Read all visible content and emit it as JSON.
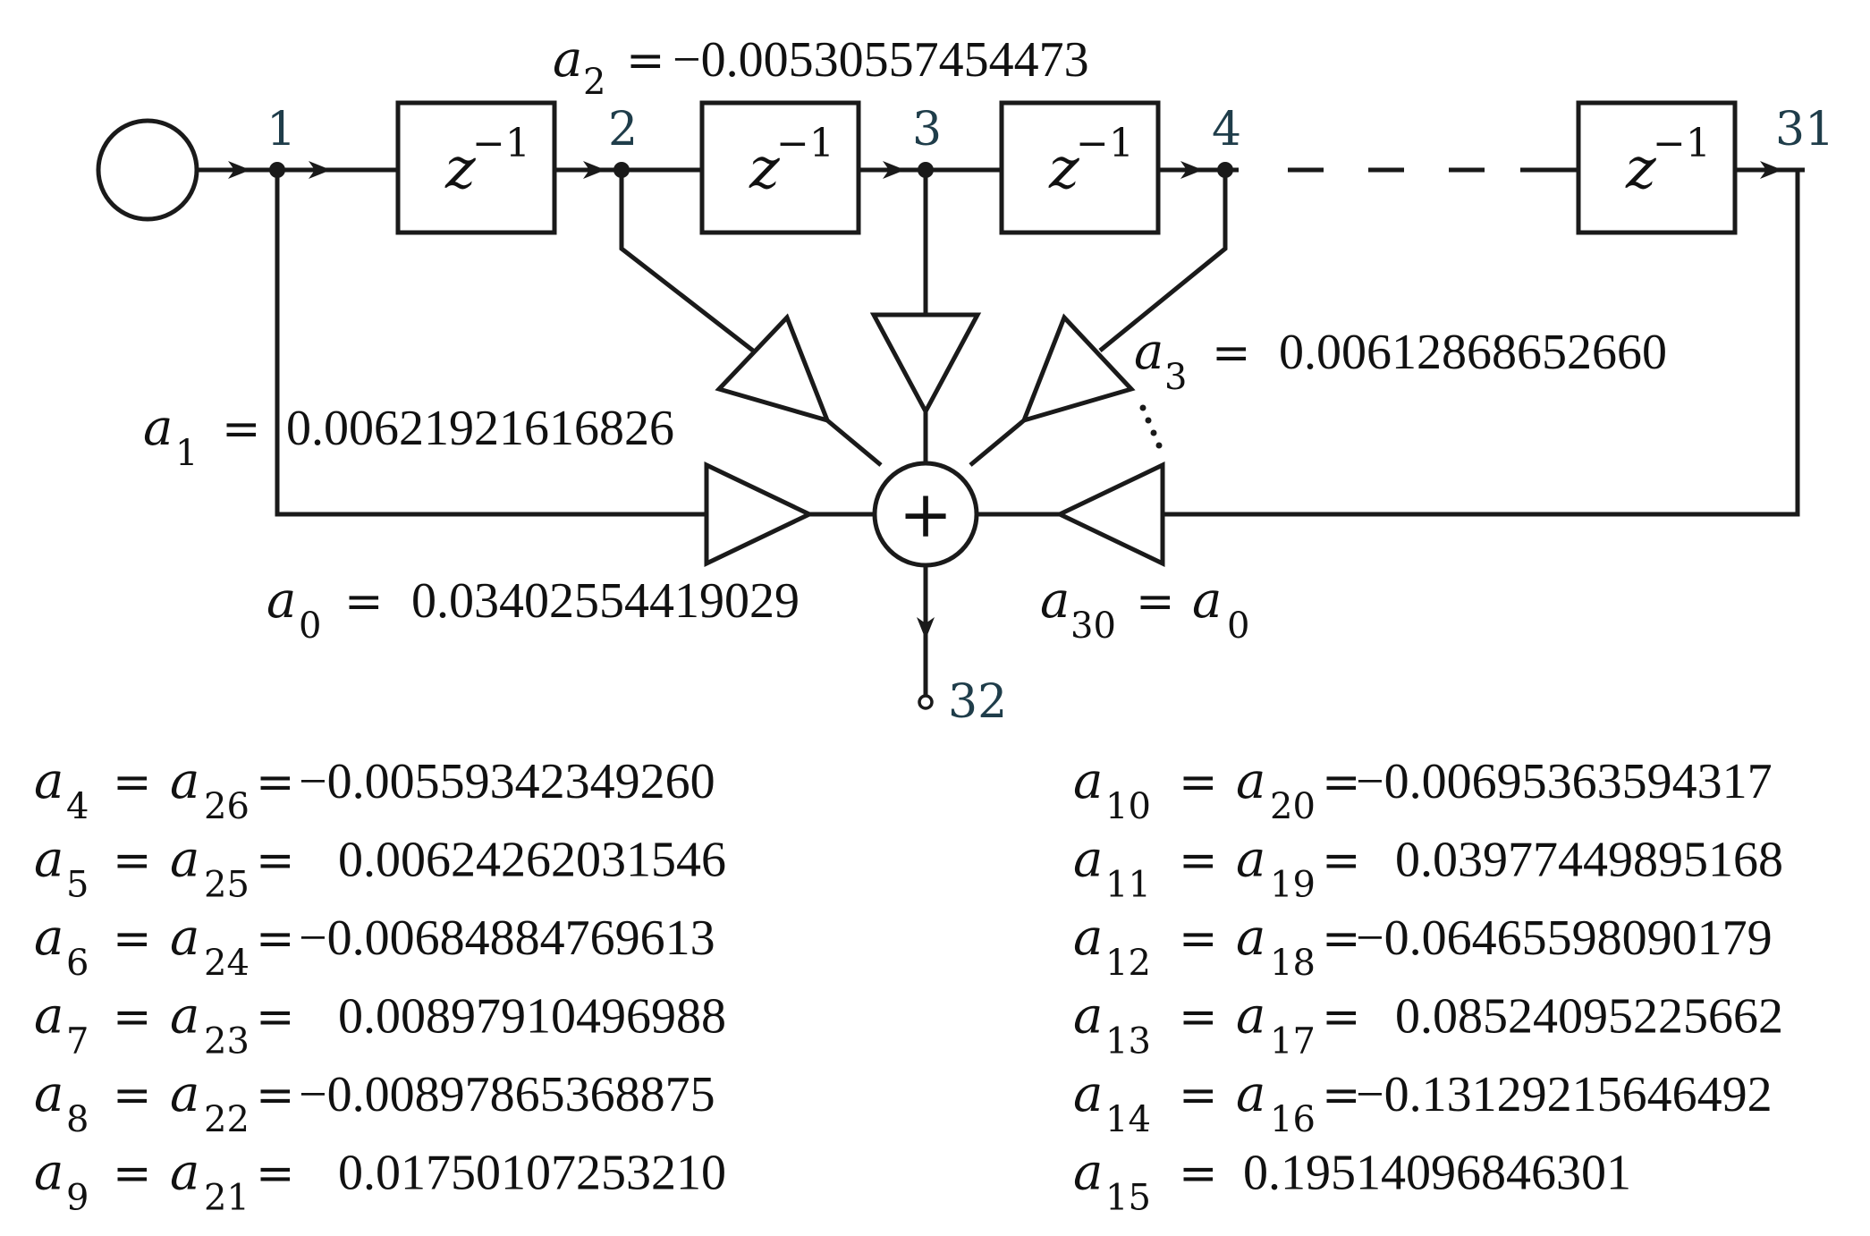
{
  "delay_label": {
    "base": "z",
    "exp": "−1"
  },
  "nodes": {
    "n1": "1",
    "n2": "2",
    "n3": "3",
    "n4": "4",
    "n31": "31",
    "n32": "32"
  },
  "sum_symbol": "+",
  "coefficients_in_diagram": {
    "a2": {
      "name": "a",
      "sub": "2",
      "eq": "=",
      "value": "−0.00530557454473"
    },
    "a3": {
      "name": "a",
      "sub": "3",
      "eq": "=",
      "value": "0.00612868652660"
    },
    "a1": {
      "name": "a",
      "sub": "1",
      "eq": "=",
      "value": "0.00621921616826"
    },
    "a0": {
      "name": "a",
      "sub": "0",
      "eq": "=",
      "value": "0.03402554419029"
    },
    "a30": {
      "name": "a",
      "sub": "30",
      "eq": "=",
      "rhs_name": "a",
      "rhs_sub": "0"
    }
  },
  "coefficient_table": {
    "left": [
      {
        "name": "a",
        "sub": "4",
        "eq": "=",
        "pair_name": "a",
        "pair_sub": "26",
        "eq2": "=",
        "value": "−0.00559342349260"
      },
      {
        "name": "a",
        "sub": "5",
        "eq": "=",
        "pair_name": "a",
        "pair_sub": "25",
        "eq2": "=",
        "value": "0.00624262031546"
      },
      {
        "name": "a",
        "sub": "6",
        "eq": "=",
        "pair_name": "a",
        "pair_sub": "24",
        "eq2": "=",
        "value": "−0.00684884769613"
      },
      {
        "name": "a",
        "sub": "7",
        "eq": "=",
        "pair_name": "a",
        "pair_sub": "23",
        "eq2": "=",
        "value": "0.00897910496988"
      },
      {
        "name": "a",
        "sub": "8",
        "eq": "=",
        "pair_name": "a",
        "pair_sub": "22",
        "eq2": "=",
        "value": "−0.00897865368875"
      },
      {
        "name": "a",
        "sub": "9",
        "eq": "=",
        "pair_name": "a",
        "pair_sub": "21",
        "eq2": "=",
        "value": "0.01750107253210"
      }
    ],
    "right": [
      {
        "name": "a",
        "sub": "10",
        "eq": "=",
        "pair_name": "a",
        "pair_sub": "20",
        "eq2": "=",
        "value": "−0.00695363594317"
      },
      {
        "name": "a",
        "sub": "11",
        "eq": "=",
        "pair_name": "a",
        "pair_sub": "19",
        "eq2": "=",
        "value": "0.03977449895168"
      },
      {
        "name": "a",
        "sub": "12",
        "eq": "=",
        "pair_name": "a",
        "pair_sub": "18",
        "eq2": "=",
        "value": "−0.06465598090179"
      },
      {
        "name": "a",
        "sub": "13",
        "eq": "=",
        "pair_name": "a",
        "pair_sub": "17",
        "eq2": "=",
        "value": "0.08524095225662"
      },
      {
        "name": "a",
        "sub": "14",
        "eq": "=",
        "pair_name": "a",
        "pair_sub": "16",
        "eq2": "=",
        "value": "−0.13129215646492"
      },
      {
        "name": "a",
        "sub": "15",
        "eq": "=",
        "pair_name": "",
        "pair_sub": "",
        "eq2": "",
        "value": "0.19514096846301"
      }
    ]
  }
}
